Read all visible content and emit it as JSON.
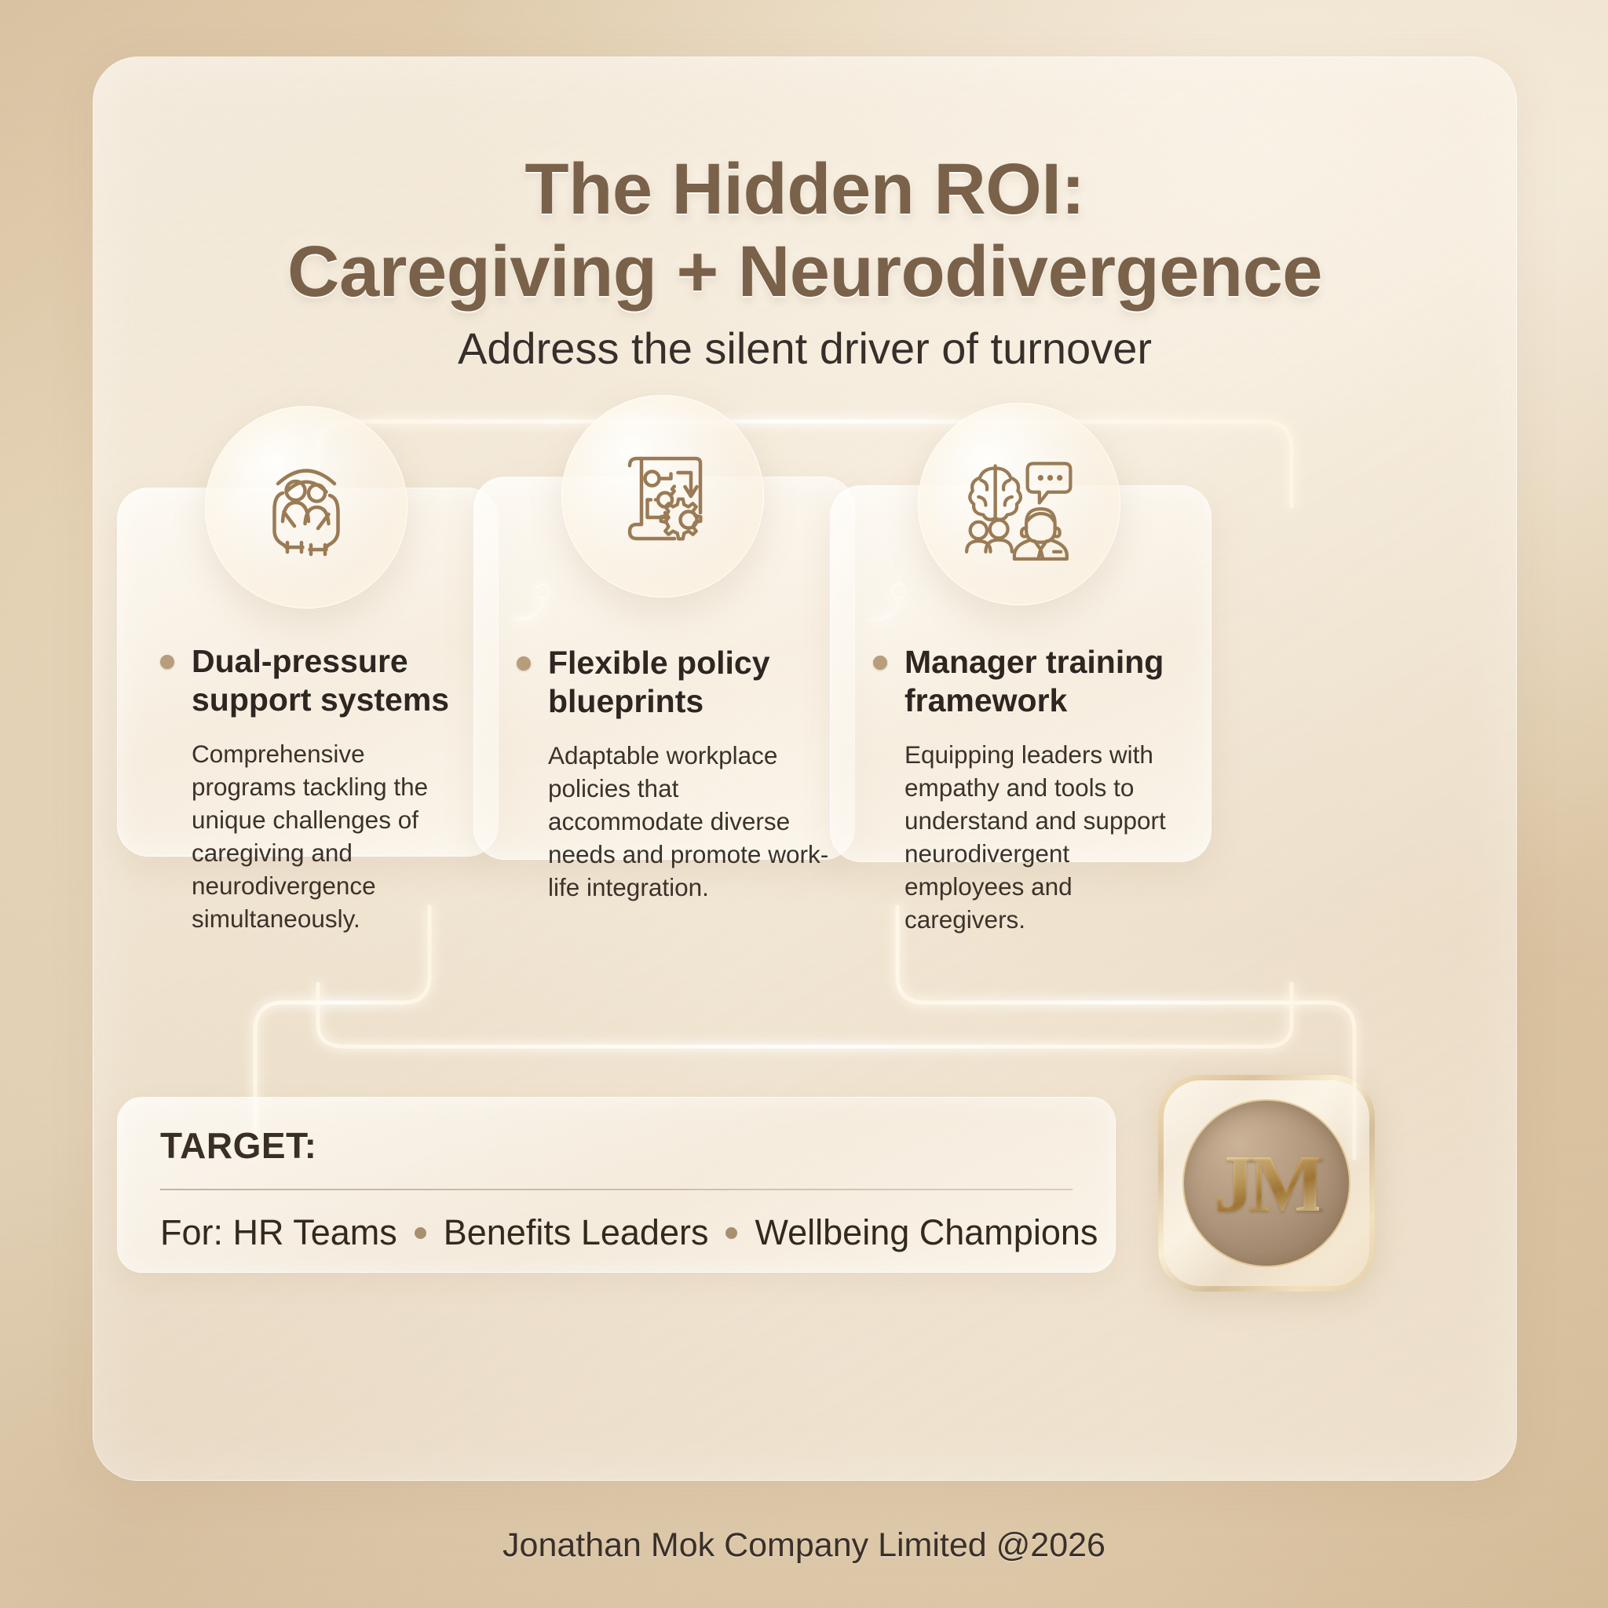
{
  "header": {
    "title_line1": "The Hidden ROI:",
    "title_line2": "Caregiving + Neurodivergence",
    "subtitle": "Address the silent driver of turnover",
    "title_color": "#7a6149"
  },
  "cards": [
    {
      "icon": "caring-hands-icon",
      "heading_line1": "Dual-pressure",
      "heading_line2": "support systems",
      "description": "Comprehensive programs tackling the unique challenges of caregiving and neurodivergence simultaneously."
    },
    {
      "icon": "blueprint-gear-icon",
      "heading_line1": "Flexible policy",
      "heading_line2": "blueprints",
      "description": "Adaptable workplace policies that accommodate diverse needs and promote work-life integration."
    },
    {
      "icon": "brain-team-training-icon",
      "heading_line1": "Manager training",
      "heading_line2": "framework",
      "description": "Equipping leaders with empathy and tools to understand and support neurodivergent employees and caregivers."
    }
  ],
  "target": {
    "label": "TARGET:",
    "prefix": "For: HR Teams",
    "audiences": [
      "Benefits Leaders",
      "Wellbeing Champions"
    ]
  },
  "logo": {
    "monogram": "JM"
  },
  "footer": {
    "copyright": "Jonathan Mok Company Limited @2026"
  },
  "colors": {
    "accent_gold": "#b79d7c",
    "title_brown": "#7a6149",
    "body_text": "#3b322b"
  }
}
